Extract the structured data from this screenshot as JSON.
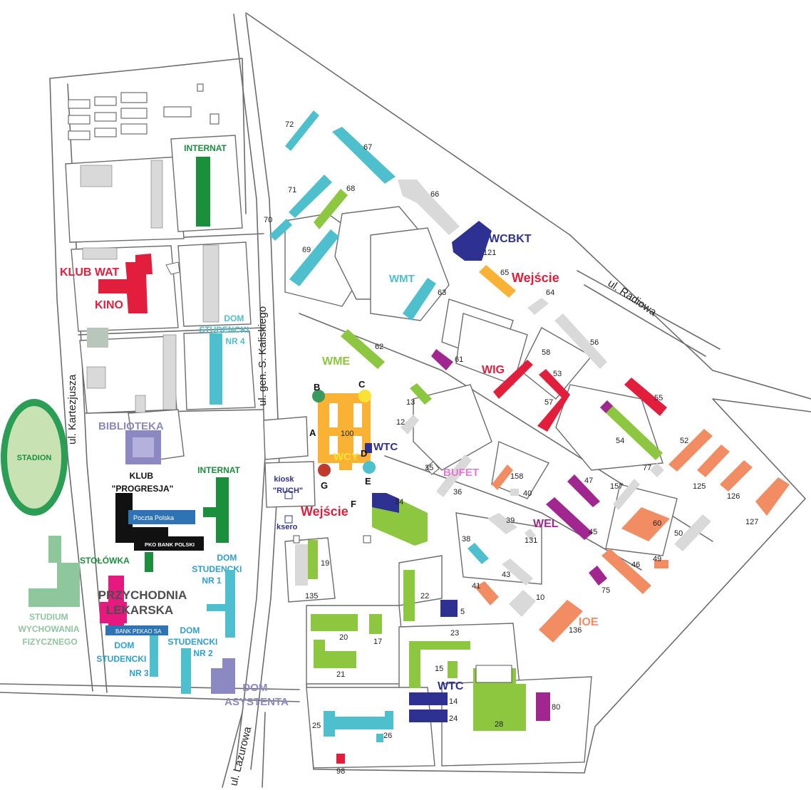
{
  "streets": {
    "radiowa": "ul. Radiowa",
    "kaliskiego": "ul. gen. S. Kaliskiego",
    "kartezjusza": "ul. Kartezjusza",
    "lazurowa": "ul. Lazurowa"
  },
  "labels": {
    "internat_top": "INTERNAT",
    "klub_wat": "KLUB WAT",
    "kino": "KINO",
    "dom_studencki_4": [
      "DOM",
      "STUDENCKI",
      "NR 4"
    ],
    "biblioteka": "BIBLIOTEKA",
    "stadion": "STADION",
    "klub_progresja": [
      "KLUB",
      "\"PROGRESJA\""
    ],
    "internat_mid": "INTERNAT",
    "poczta": "Poczta Polska",
    "pko": "PKO BANK POLSKI",
    "stolowka": "STOŁÓWKA",
    "dom_studencki_1": [
      "DOM",
      "STUDENCKI",
      "NR 1"
    ],
    "przychodnia": [
      "PRZYCHODNIA",
      "LEKARSKA"
    ],
    "bank_pekao": "BANK PEKAO SA",
    "studium": [
      "STUDIUM",
      "WYCHOWANIA",
      "FIZYCZNEGO"
    ],
    "dom_studencki_2": [
      "DOM",
      "STUDENCKI",
      "NR 2"
    ],
    "dom_studencki_3": [
      "DOM",
      "STUDENCKI",
      "NR 3"
    ],
    "dom_asystenta": [
      "DOM",
      "ASYSTENTA"
    ],
    "wmt": "WMT",
    "wcbkt": "WCBKT",
    "wejscie_top": "Wejście",
    "wme": "WME",
    "wig": "WIG",
    "wcy": "WCY",
    "wtc_main": "WTC",
    "bufet": "BUFET",
    "kiosk": [
      "kiosk",
      "\"RUCH\""
    ],
    "ksero": "ksero",
    "wejscie_bottom": "Wejście",
    "wel": "WEL",
    "ioe": "IOE",
    "wtc_bottom": "WTC"
  },
  "points": [
    "A",
    "B",
    "C",
    "D",
    "E",
    "F",
    "G"
  ],
  "buildings": [
    "72",
    "67",
    "71",
    "68",
    "66",
    "70",
    "69",
    "121",
    "65",
    "64",
    "63",
    "62",
    "61",
    "58",
    "56",
    "53",
    "57",
    "55",
    "13",
    "12",
    "54",
    "100",
    "35",
    "36",
    "158",
    "40",
    "77",
    "157",
    "47",
    "52",
    "125",
    "126",
    "34",
    "60",
    "39",
    "127",
    "131",
    "45",
    "50",
    "38",
    "19",
    "49",
    "46",
    "43",
    "135",
    "41",
    "75",
    "22",
    "10",
    "5",
    "136",
    "20",
    "17",
    "23",
    "21",
    "15",
    "14",
    "28",
    "80",
    "24",
    "25",
    "26",
    "98"
  ],
  "colors": {
    "cyan": "#4dbfcd",
    "green": "#8dc63f",
    "dark_green": "#1a8f3c",
    "red": "#e31e3c",
    "navy": "#2e3192",
    "orange": "#f28c63",
    "purple": "#a1268f",
    "yellow": "#f9b233",
    "gray": "#d9d9d9",
    "lavender": "#8c89c2",
    "pink": "#e6197e",
    "sage": "#8fc79d"
  }
}
